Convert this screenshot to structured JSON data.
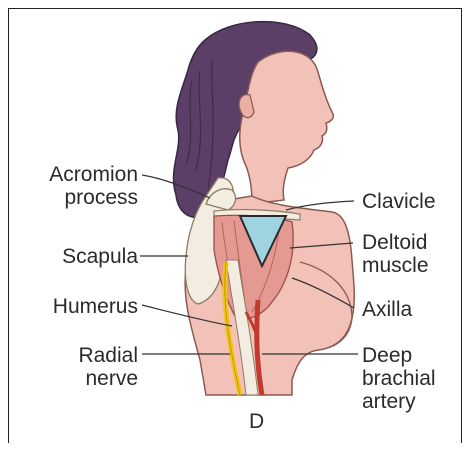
{
  "labels": {
    "acromion_line1": "Acromion",
    "acromion_line2": "process",
    "scapula": "Scapula",
    "humerus": "Humerus",
    "radial_line1": "Radial",
    "radial_line2": "nerve",
    "clavicle": "Clavicle",
    "deltoid_line1": "Deltoid",
    "deltoid_line2": "muscle",
    "axilla": "Axilla",
    "artery_line1": "Deep",
    "artery_line2": "brachial",
    "artery_line3": "artery",
    "panel_letter": "D"
  },
  "colors": {
    "skin": "#f2c2b8",
    "skin_shadow": "#e3a69a",
    "hair": "#5b3f67",
    "bone": "#f3ece0",
    "muscle": "#e49a92",
    "triangle": "#9fd3e0",
    "nerve": "#f2c417",
    "artery": "#c23a2c",
    "line": "#333333"
  }
}
